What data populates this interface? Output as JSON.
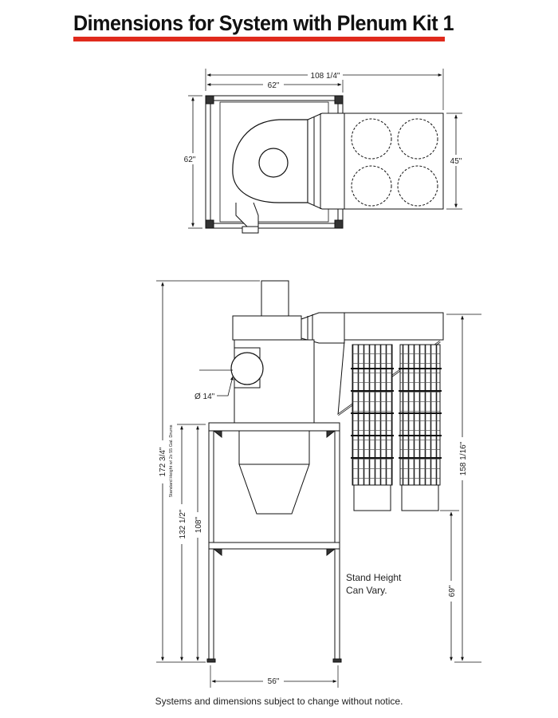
{
  "header": {
    "title": "Dimensions for System with Plenum Kit 1",
    "accent_color": "#e02a1c"
  },
  "top_view": {
    "overall_width": "108 1/4\"",
    "stand_width": "62\"",
    "stand_depth": "62\"",
    "plenum_depth": "45\""
  },
  "side_view": {
    "overall_height": "172 3/4\"",
    "standard_height_note": "Standard Height w/ 2x 55 Gal. Drums",
    "height_132": "132 1/2\"",
    "height_108": "108\"",
    "inlet_diameter": "Ø 14\"",
    "filter_height": "158 1/16\"",
    "stand_height_69": "69\"",
    "stand_base_width": "56\"",
    "stand_note_line1": "Stand Height",
    "stand_note_line2": "Can Vary."
  },
  "footer": {
    "disclaimer": "Systems and dimensions subject to change without notice."
  }
}
